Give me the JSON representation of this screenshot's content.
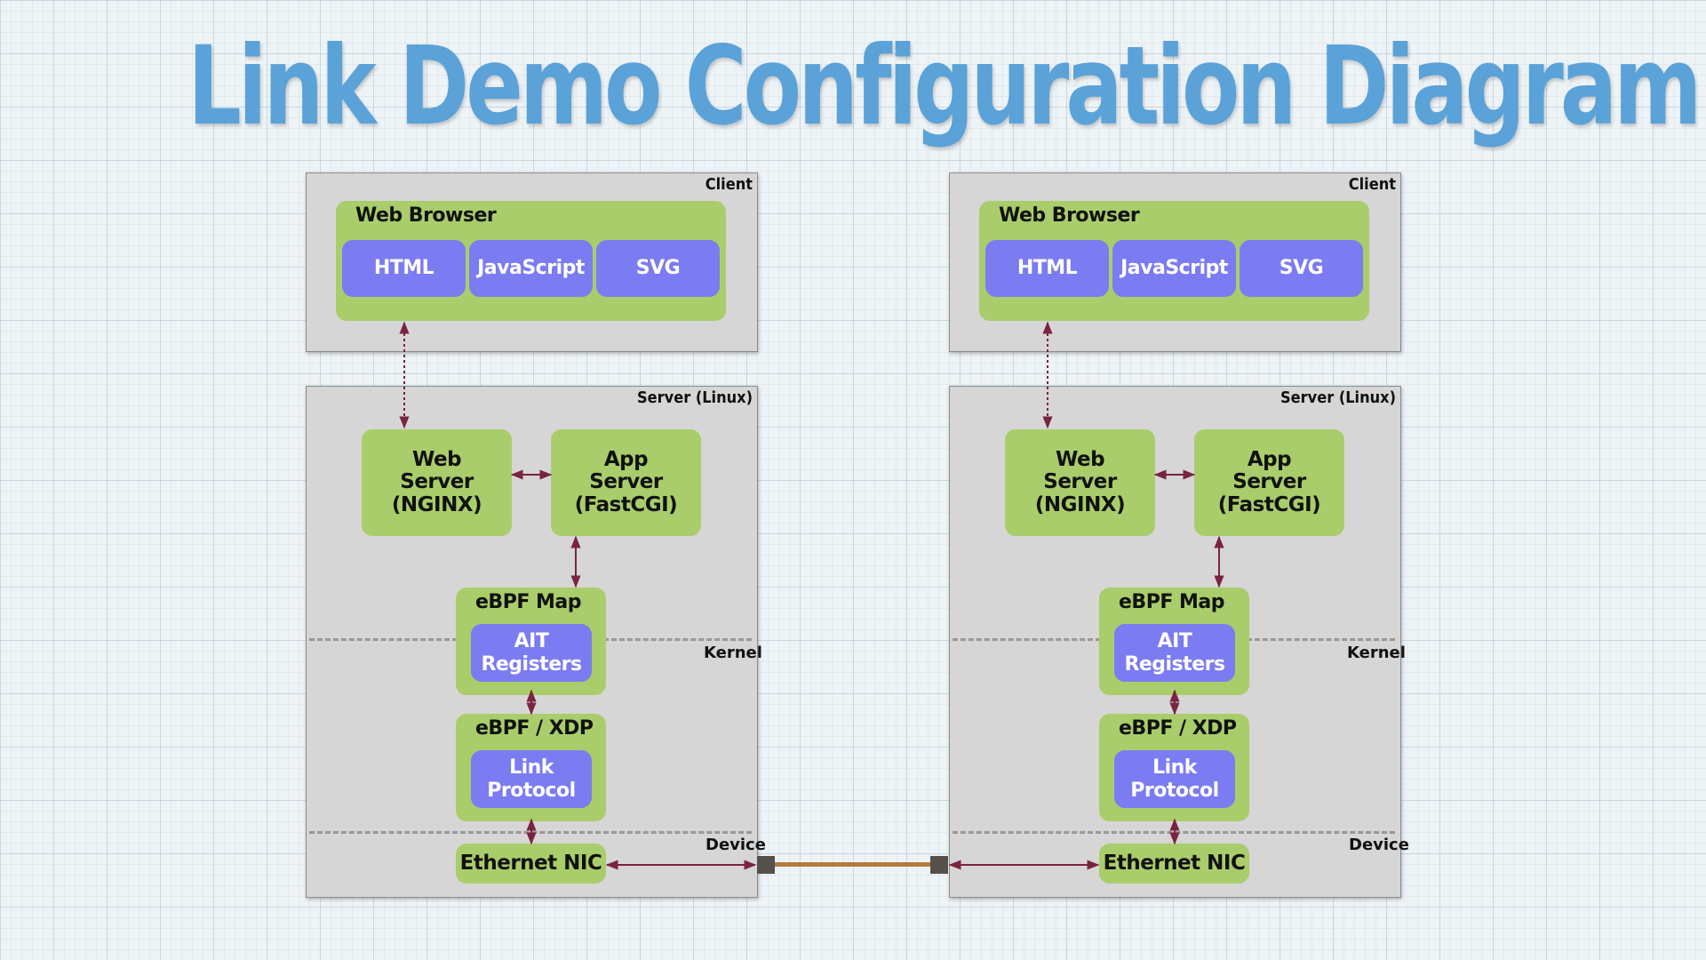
{
  "title": "Link Demo Configuration Diagram",
  "client_label": "Client",
  "server_label": "Server (Linux)",
  "kernel_label": "Kernel",
  "device_label": "Device",
  "web_browser": "Web Browser",
  "html": "HTML",
  "javascript": "JavaScript",
  "svg": "SVG",
  "web_server": "Web Server (NGINX)",
  "app_server": "App Server (FastCGI)",
  "ebpf_map": "eBPF Map",
  "ait_registers": "AIT Registers",
  "ebpf_xdp": "eBPF / XDP",
  "link_protocol": "Link Protocol",
  "ethernet_nic": "Ethernet NIC",
  "colors": {
    "title": "#5aa2d8",
    "panel": "#d6d6d6",
    "green_box": "#a9cd6a",
    "purple_box": "#7b7bf2",
    "arrow": "#7a2440",
    "cable": "#b47a3e"
  }
}
